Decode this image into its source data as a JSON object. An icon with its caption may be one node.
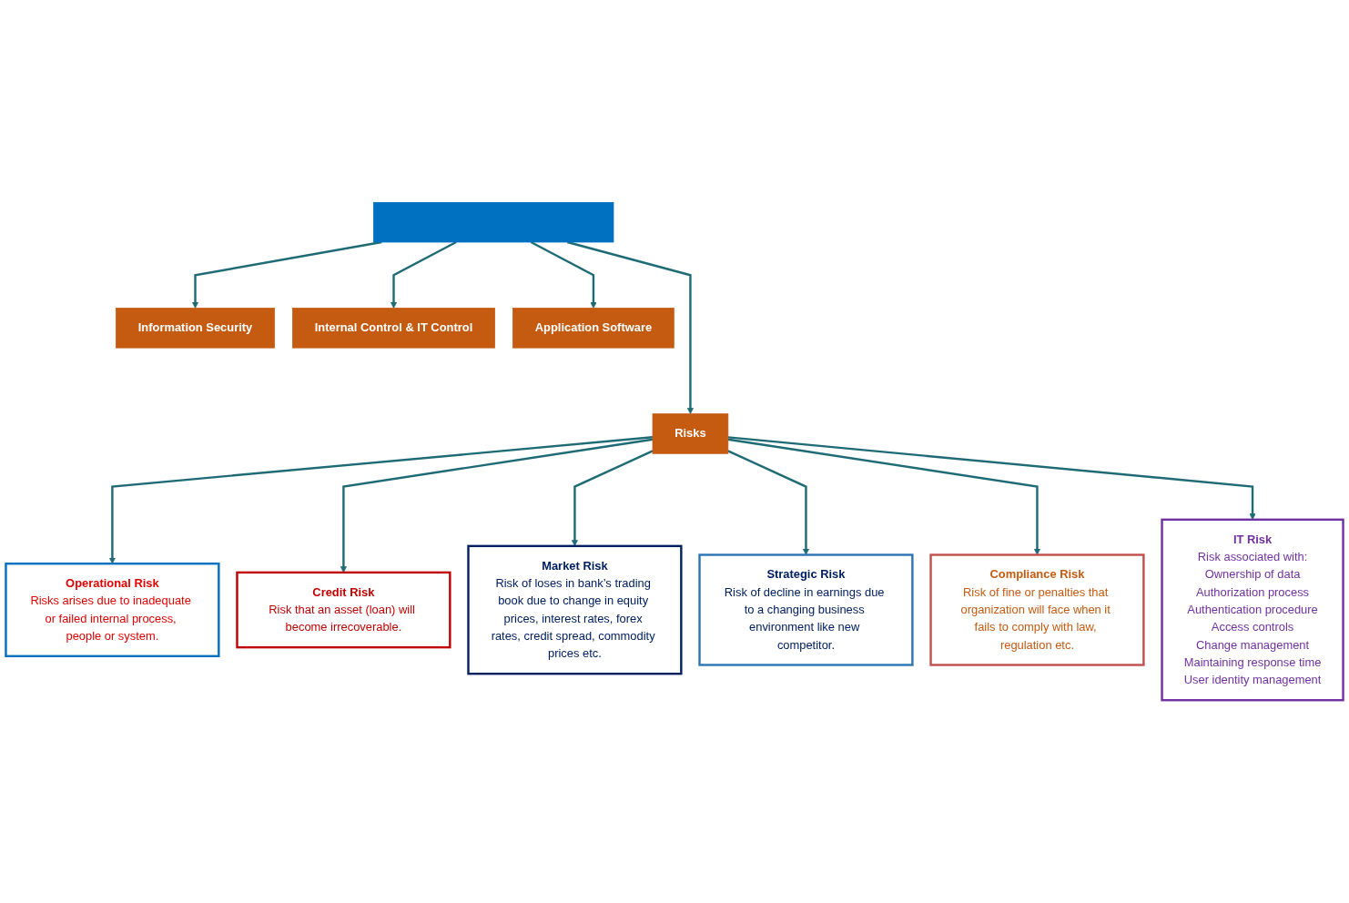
{
  "diagram": {
    "nodes": [
      {
        "text": [],
        "shape": "bar"
      },
      {
        "text": [
          "Risks"
        ]
      },
      {
        "text": [
          "Information Security"
        ]
      },
      {
        "text": [
          "Internal Control & IT Control"
        ]
      },
      {
        "text": [
          "Application Software"
        ]
      },
      {
        "text": [
          "Operational Risk",
          "Risks arises due to inadequate or failed internal process, people or system."
        ]
      },
      {
        "text": [
          "Credit Risk",
          "Risk that an asset (loan) will become irrecoverable."
        ]
      },
      {
        "text": [
          "Market Risk",
          "Risk of loses in bank’s trading book due to change in equity prices, interest rates, forex rates, credit spread, commodity prices etc."
        ]
      },
      {
        "text": [
          "Strategic Risk",
          "Risk of decline in earnings due to a changing business environment like new competitor."
        ]
      },
      {
        "text": [
          "Compliance Risk",
          "Risk of fine or penalties that organization will face when it fails to comply with law, regulation etc."
        ]
      },
      {
        "text": [
          "IT Risk",
          "Risk associated with:",
          "Ownership of data",
          "Authorization process",
          "Authentication procedure",
          "Access controls",
          "Change management",
          "Maintaining response time",
          "User identity management"
        ]
      }
    ],
    "edges": [
      {
        "from": 0,
        "to": 1,
        "arrow": "to"
      },
      {
        "from": 0,
        "to": 2,
        "arrow": "to"
      },
      {
        "from": 0,
        "to": 3,
        "arrow": "to"
      },
      {
        "from": 0,
        "to": 4,
        "arrow": "to"
      },
      {
        "from": 1,
        "to": 5,
        "arrow": "to"
      },
      {
        "from": 1,
        "to": 6,
        "arrow": "to"
      },
      {
        "from": 1,
        "to": 7,
        "arrow": "to"
      },
      {
        "from": 1,
        "to": 8,
        "arrow": "to"
      },
      {
        "from": 1,
        "to": 9,
        "arrow": "to"
      },
      {
        "from": 1,
        "to": 10,
        "arrow": "to"
      }
    ]
  }
}
